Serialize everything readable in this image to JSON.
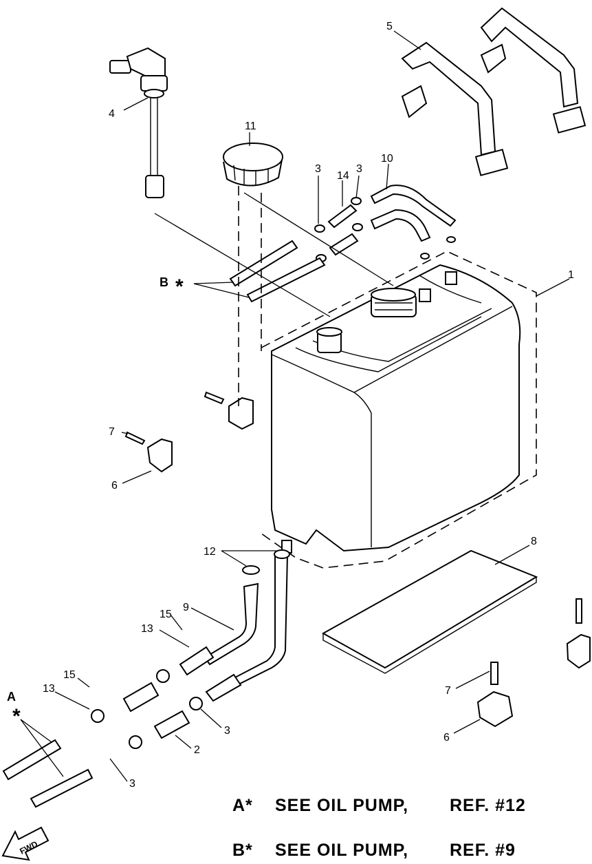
{
  "callouts": {
    "c1": "1",
    "c2": "2",
    "c3a": "3",
    "c3b": "3",
    "c3c": "3",
    "c3d": "3",
    "c4": "4",
    "c5": "5",
    "c6a": "6",
    "c6b": "6",
    "c7a": "7",
    "c7b": "7",
    "c8": "8",
    "c9": "9",
    "c10": "10",
    "c11": "11",
    "c12": "12",
    "c13a": "13",
    "c13b": "13",
    "c14": "14",
    "c15a": "15",
    "c15b": "15"
  },
  "markers": {
    "a_letter": "A",
    "a_star": "*",
    "b_letter": "B",
    "b_star": "*"
  },
  "notes": {
    "a_ref": "A*",
    "a_text": "SEE OIL PUMP,",
    "a_number": "REF. #12",
    "b_ref": "B*",
    "b_text": "SEE OIL PUMP,",
    "b_number": "REF. #9"
  },
  "fwd_arrow": {
    "label": "FWD"
  }
}
